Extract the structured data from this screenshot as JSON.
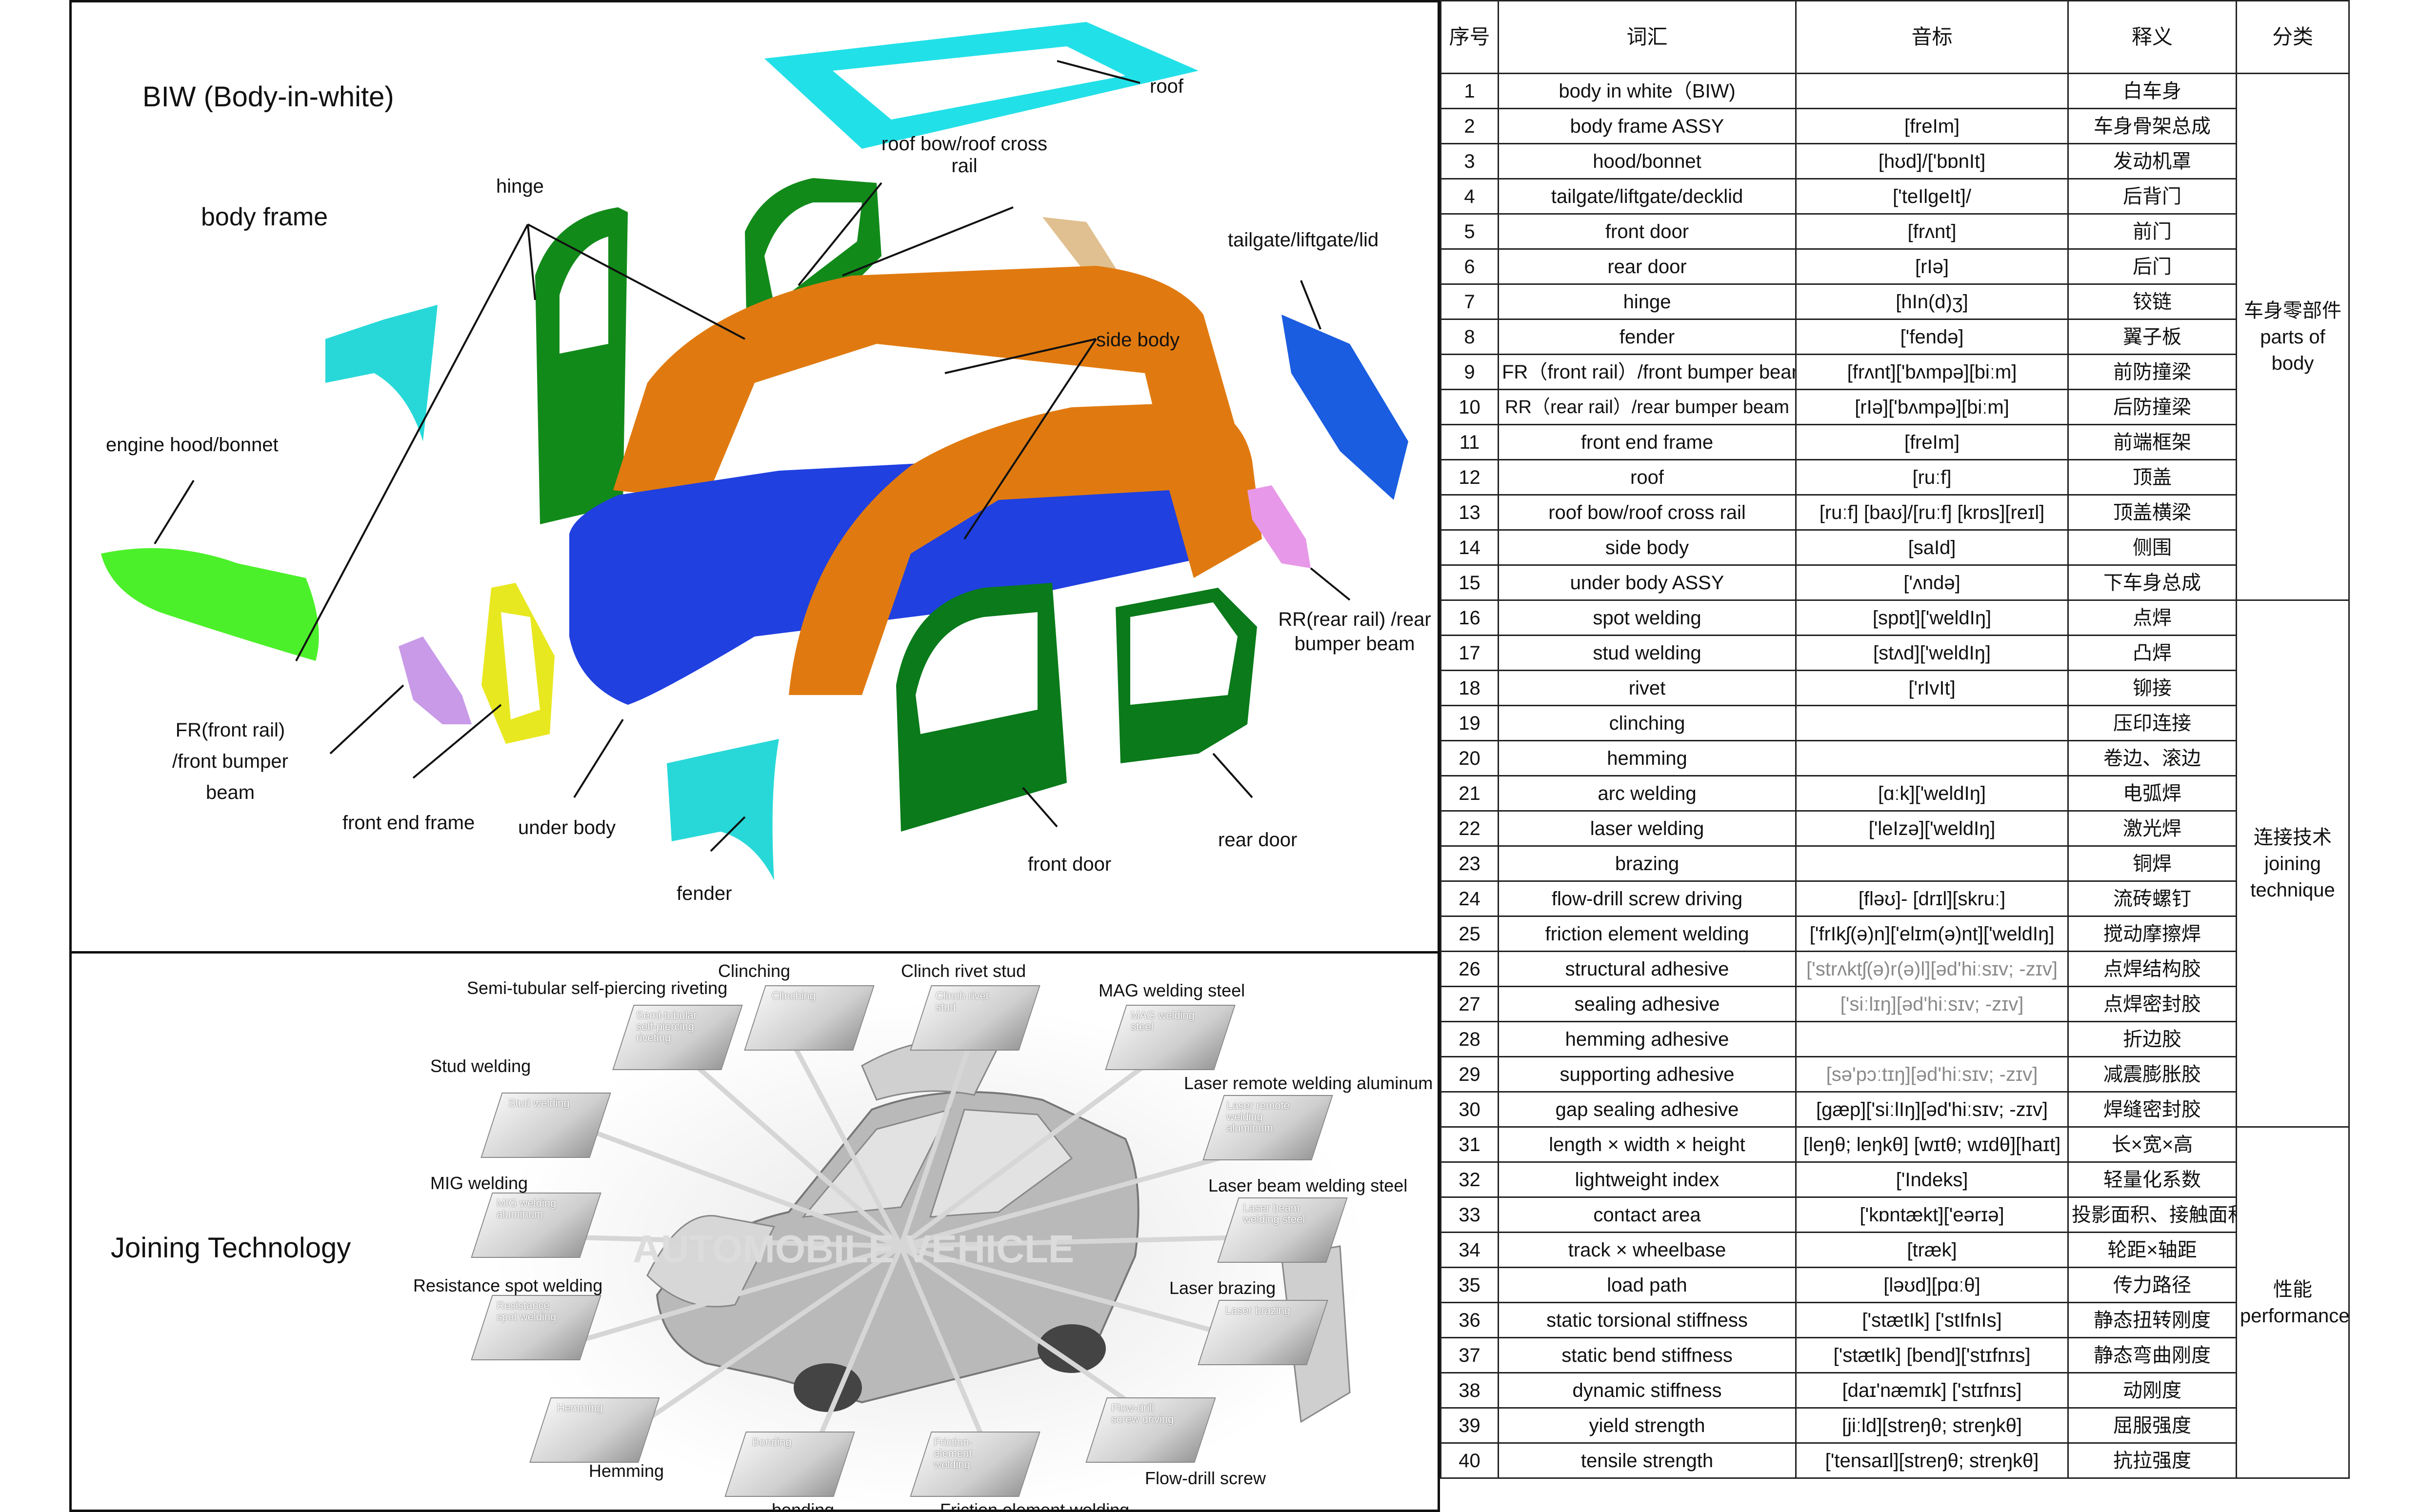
{
  "biw": {
    "title": "BIW (Body-in-white)",
    "labels": {
      "body_frame": "body frame",
      "roof": "roof",
      "roof_bow": "roof bow/roof cross rail",
      "hinge": "hinge",
      "tailgate": "tailgate/liftgate/lid",
      "side_body": "side body",
      "engine_hood": "engine hood/bonnet",
      "fr_rail": "FR(front rail) /front bumper beam",
      "front_end_frame": "front end frame",
      "under_body": "under body",
      "fender": "fender",
      "front_door": "front door",
      "rear_door": "rear door",
      "rr_rail": "RR(rear rail) /rear bumper beam"
    }
  },
  "joining": {
    "title": "Joining Technology",
    "watermark": "AUTOMOBILE VEHICLE",
    "labels": {
      "semi_tubular": "Semi-tubular self-piercing riveting",
      "clinching": "Clinching",
      "clinch_rivet_stud": "Clinch rivet stud",
      "mag_welding": "MAG welding steel",
      "stud_welding": "Stud welding",
      "laser_remote": "Laser remote welding aluminum",
      "mig_welding": "MIG welding",
      "laser_beam": "Laser beam welding steel",
      "resistance_spot": "Resistance spot welding",
      "laser_brazing": "Laser brazing",
      "hemming": "Hemming",
      "flow_drill": "Flow-drill screw",
      "bonding": "bonding",
      "friction_element": "Friction element welding"
    },
    "thumbs": {
      "semi_tubular": "Semi-tubular self-piercing riveting",
      "clinching": "Clinching",
      "clinch_rivet_stud": "Clinch rivet stud",
      "mag_welding": "MAG welding steel",
      "stud_welding": "Stud welding",
      "laser_remote": "Laser remote welding aluminum",
      "mig_welding": "MIG welding aluminum",
      "laser_beam": "Laser beam welding steel",
      "resistance_spot": "Resistance spot welding",
      "laser_brazing": "Laser brazing",
      "hemming": "Hemming",
      "flow_drill": "Flow-drill screw driving",
      "bonding": "Bonding",
      "friction_element": "Friction-element welding"
    }
  },
  "table": {
    "headers": [
      "序号",
      "词汇",
      "音标",
      "释义",
      "分类"
    ],
    "categories": {
      "parts": "车身零部件 parts of body",
      "joining": "连接技术 joining technique",
      "performance": "性能 performance"
    },
    "rows": [
      {
        "n": "1",
        "term": "body in white（BIW)",
        "ipa": "",
        "cn": "白车身"
      },
      {
        "n": "2",
        "term": "body frame ASSY",
        "ipa": "[freIm]",
        "cn": "车身骨架总成"
      },
      {
        "n": "3",
        "term": "hood/bonnet",
        "ipa": "[hʊd]/['bɒnIt]",
        "cn": "发动机罩"
      },
      {
        "n": "4",
        "term": "tailgate/liftgate/decklid",
        "ipa": "['teIlgeIt]/",
        "cn": "后背门"
      },
      {
        "n": "5",
        "term": "front door",
        "ipa": "[frʌnt]",
        "cn": "前门"
      },
      {
        "n": "6",
        "term": "rear door",
        "ipa": "[rIə]",
        "cn": "后门"
      },
      {
        "n": "7",
        "term": "hinge",
        "ipa": "[hIn(d)ʒ]",
        "cn": "铰链"
      },
      {
        "n": "8",
        "term": "fender",
        "ipa": "['fendə]",
        "cn": "翼子板"
      },
      {
        "n": "9",
        "term": "FR（front rail）/front bumper beam",
        "ipa": "[frʌnt]['bʌmpə][biːm]",
        "cn": "前防撞梁"
      },
      {
        "n": "10",
        "term": "RR（rear rail）/rear bumper beam",
        "ipa": "[rIə]['bʌmpə][biːm]",
        "cn": "后防撞梁"
      },
      {
        "n": "11",
        "term": "front end frame",
        "ipa": "[freIm]",
        "cn": "前端框架"
      },
      {
        "n": "12",
        "term": "roof",
        "ipa": "[ruːf]",
        "cn": "顶盖"
      },
      {
        "n": "13",
        "term": "roof bow/roof cross rail",
        "ipa": "[ruːf] [baʊ]/[ruːf] [krɒs][reɪl]",
        "cn": "顶盖横梁"
      },
      {
        "n": "14",
        "term": "side body",
        "ipa": "[saId]",
        "cn": "侧围"
      },
      {
        "n": "15",
        "term": "under body ASSY",
        "ipa": "['ʌndə]",
        "cn": "下车身总成"
      },
      {
        "n": "16",
        "term": "spot welding",
        "ipa": "[spɒt]['weldIŋ]",
        "cn": "点焊"
      },
      {
        "n": "17",
        "term": "stud welding",
        "ipa": "[stʌd]['weldIŋ]",
        "cn": "凸焊"
      },
      {
        "n": "18",
        "term": "rivet",
        "ipa": "['rIvIt]",
        "cn": "铆接"
      },
      {
        "n": "19",
        "term": "clinching",
        "ipa": "",
        "cn": "压印连接"
      },
      {
        "n": "20",
        "term": "hemming",
        "ipa": "",
        "cn": "卷边、滚边"
      },
      {
        "n": "21",
        "term": "arc welding",
        "ipa": "[ɑːk]['weldIŋ]",
        "cn": "电弧焊"
      },
      {
        "n": "22",
        "term": "laser welding",
        "ipa": "['leIzə]['weldIŋ]",
        "cn": "激光焊"
      },
      {
        "n": "23",
        "term": "brazing",
        "ipa": "",
        "cn": "铜焊"
      },
      {
        "n": "24",
        "term": "flow-drill screw driving",
        "ipa": "[fləʊ]- [drɪl][skruː]",
        "cn": "流砖螺钉"
      },
      {
        "n": "25",
        "term": "friction element welding",
        "ipa": "['frIkʃ(ə)n]['elɪm(ə)nt]['weldIŋ]",
        "cn": "搅动摩擦焊"
      },
      {
        "n": "26",
        "term": "structural adhesive",
        "ipa": "['strʌktʃ(ə)r(ə)l][əd'hiːsɪv; -zɪv]",
        "cn": "点焊结构胶"
      },
      {
        "n": "27",
        "term": "sealing adhesive",
        "ipa": "['siːlɪŋ][əd'hiːsɪv; -zɪv]",
        "cn": "点焊密封胶"
      },
      {
        "n": "28",
        "term": "hemming adhesive",
        "ipa": "",
        "cn": "折边胶"
      },
      {
        "n": "29",
        "term": "supporting adhesive",
        "ipa": "[sə'pɔːtɪŋ][əd'hiːsɪv; -zɪv]",
        "cn": "减震膨胀胶"
      },
      {
        "n": "30",
        "term": "gap sealing adhesive",
        "ipa": "[gæp]['siːlIŋ][əd'hiːsɪv; -zɪv]",
        "cn": "焊缝密封胶"
      },
      {
        "n": "31",
        "term": "length × width × height",
        "ipa": "[leŋθ; leŋkθ] [wɪtθ; wɪdθ][haɪt]",
        "cn": "长×宽×高"
      },
      {
        "n": "32",
        "term": "lightweight index",
        "ipa": "['Indeks]",
        "cn": "轻量化系数"
      },
      {
        "n": "33",
        "term": "contact area",
        "ipa": "['kɒntækt]['eərɪə]",
        "cn": "投影面积、接触面积"
      },
      {
        "n": "34",
        "term": "track × wheelbase",
        "ipa": "[træk]",
        "cn": "轮距×轴距"
      },
      {
        "n": "35",
        "term": "load path",
        "ipa": "[ləʊd][pɑːθ]",
        "cn": "传力路径"
      },
      {
        "n": "36",
        "term": "static torsional stiffness",
        "ipa": "['stætIk]  ['stIfnIs]",
        "cn": "静态扭转刚度"
      },
      {
        "n": "37",
        "term": "static bend stiffness",
        "ipa": "['stætIk] [bend]['stɪfnɪs]",
        "cn": "静态弯曲刚度"
      },
      {
        "n": "38",
        "term": "dynamic stiffness",
        "ipa": "[daɪ'næmɪk]  ['stɪfnɪs]",
        "cn": "动刚度"
      },
      {
        "n": "39",
        "term": "yield strength",
        "ipa": "[jiːld][streŋθ; streŋkθ]",
        "cn": "屈服强度"
      },
      {
        "n": "40",
        "term": "tensile strength",
        "ipa": "['tensaɪl][streŋθ; streŋkθ]",
        "cn": "抗拉强度"
      }
    ]
  }
}
